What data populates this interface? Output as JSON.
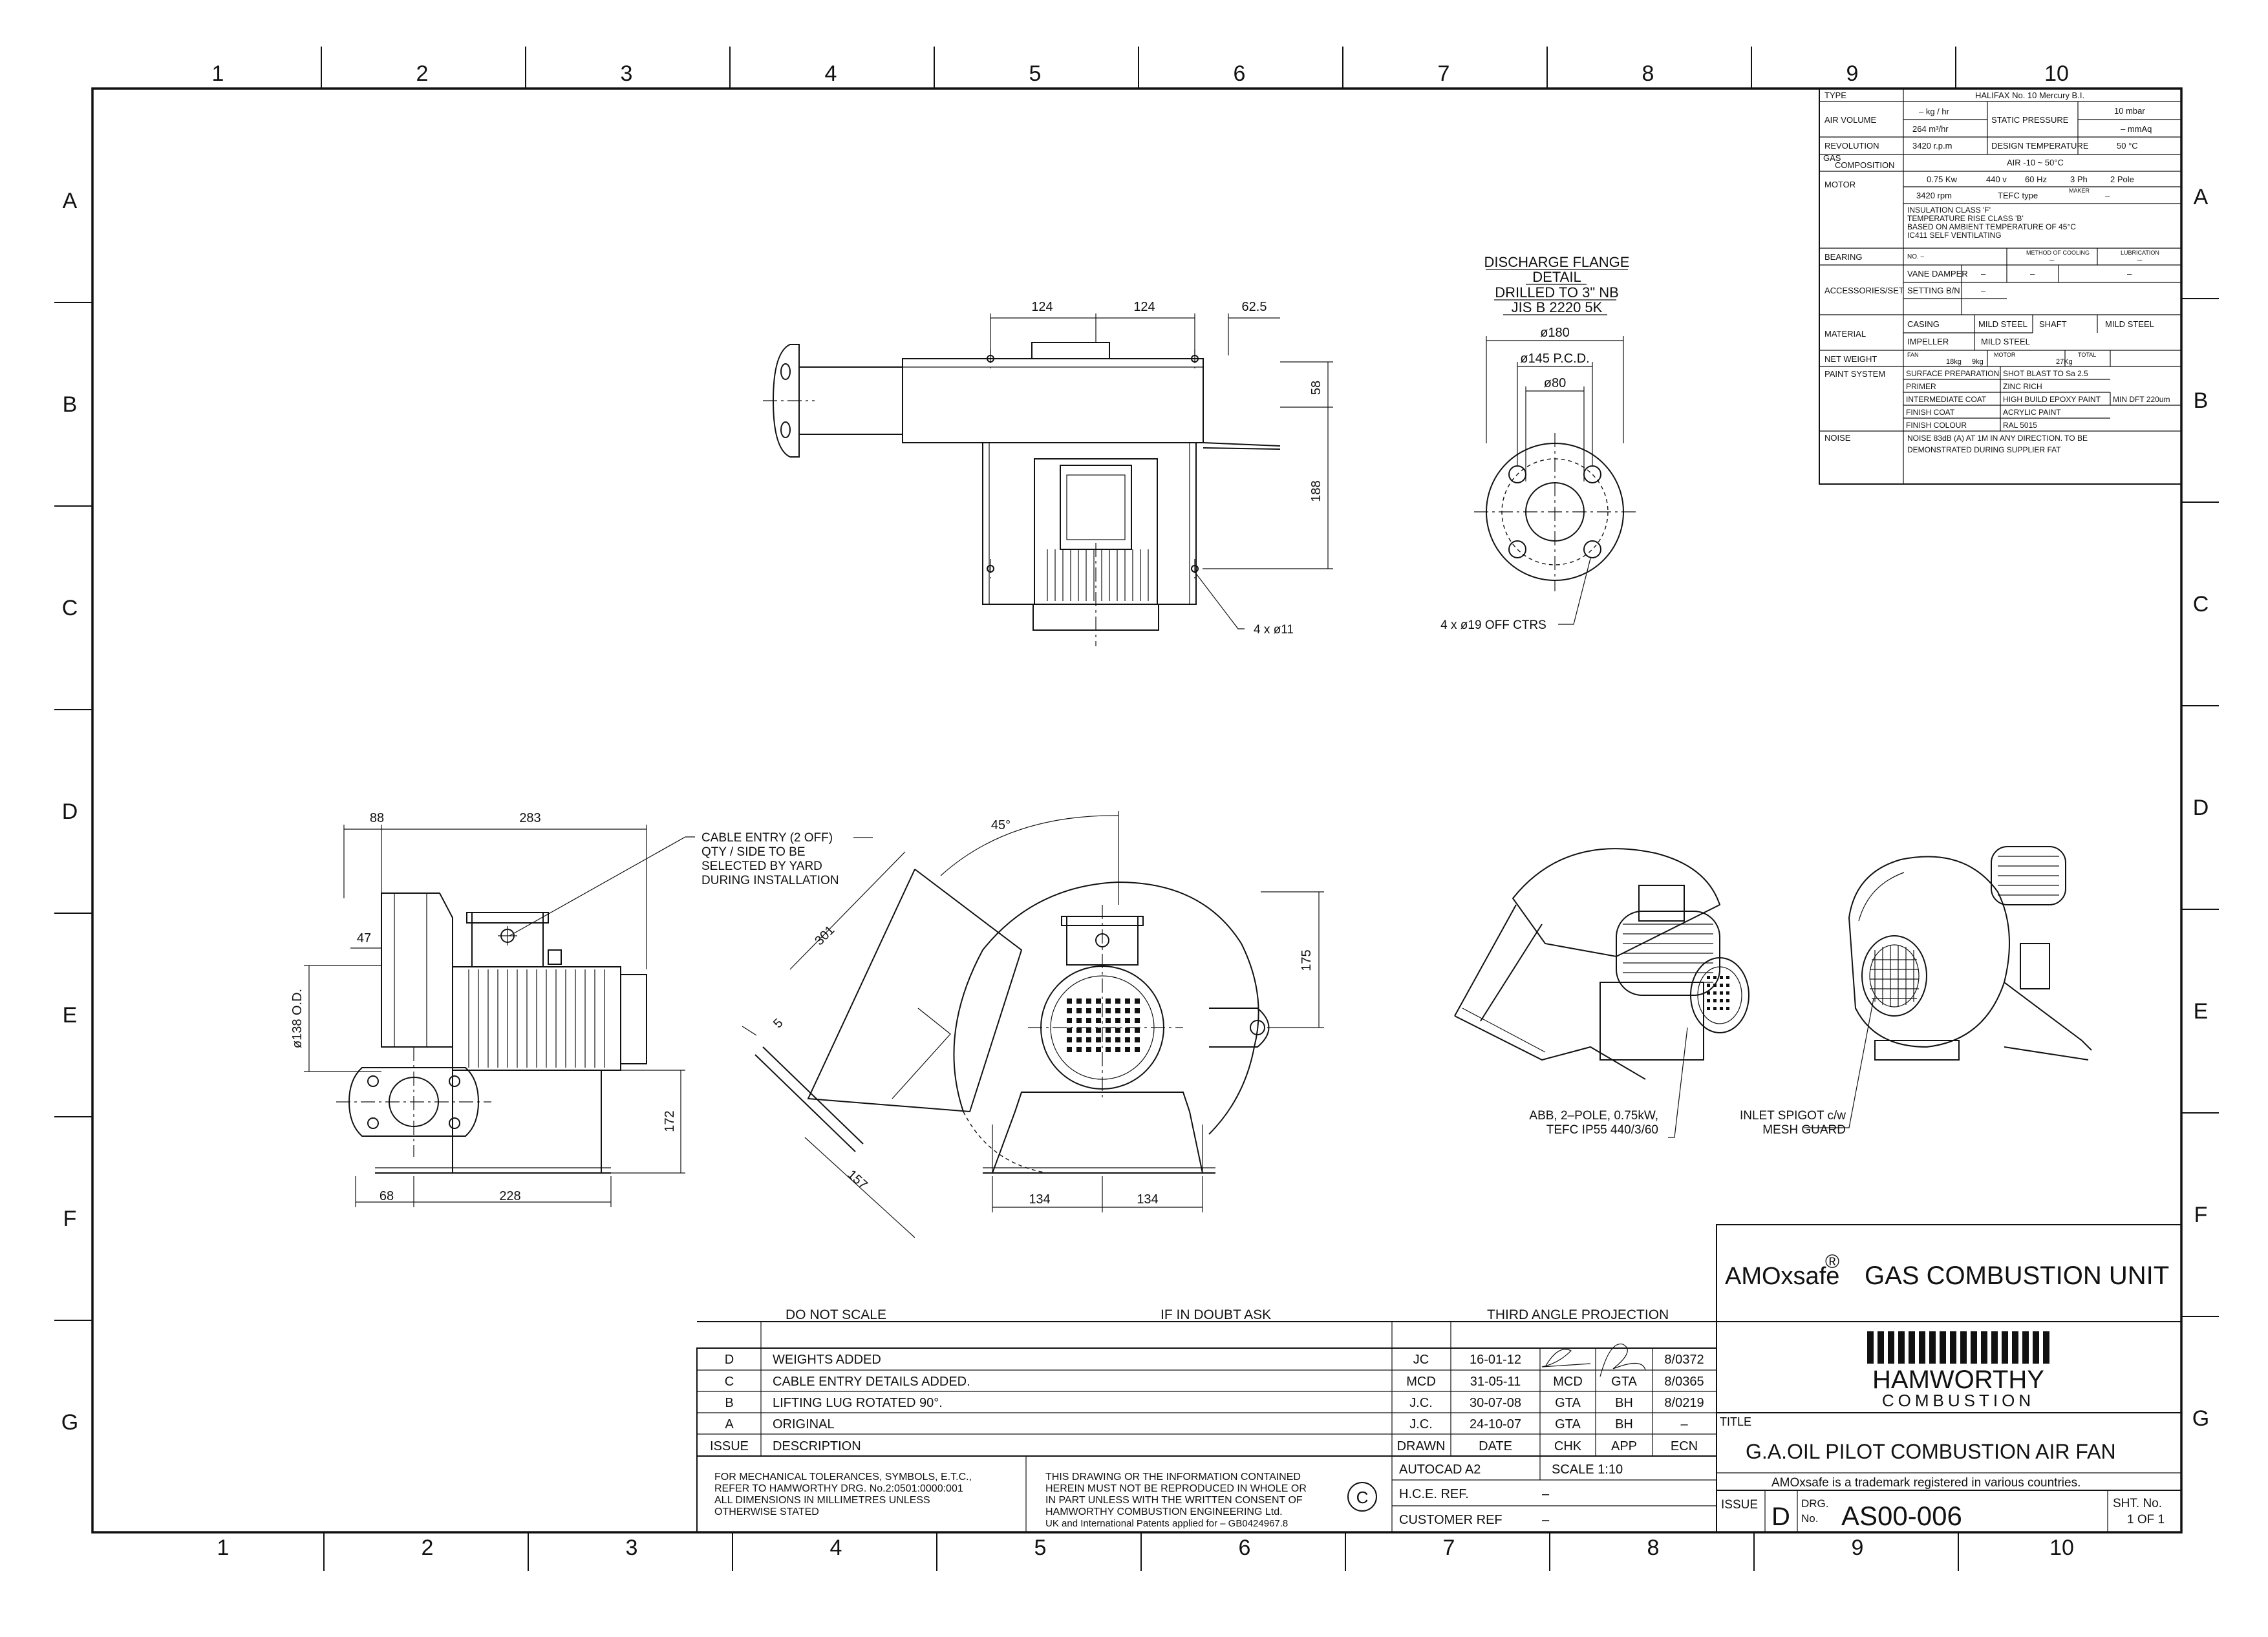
{
  "border": {
    "columns": [
      "1",
      "2",
      "3",
      "4",
      "5",
      "6",
      "7",
      "8",
      "9",
      "10"
    ],
    "rows": [
      "A",
      "B",
      "C",
      "D",
      "E",
      "F",
      "G"
    ]
  },
  "spec_table": {
    "type_label": "TYPE",
    "type_value": "HALIFAX No. 10 Mercury B.I.",
    "air_volume_label": "AIR VOLUME",
    "air_volume_kg": "–   kg / hr",
    "air_volume_m3": "264   m³/hr",
    "static_pressure_label": "STATIC PRESSURE",
    "static_pressure_mbar": "10  mbar",
    "static_pressure_mmaq": "–  mmAq",
    "revolution_label": "REVOLUTION",
    "revolution_value": "3420   r.p.m",
    "design_temp_label": "DESIGN TEMPERATURE",
    "design_temp_value": "50  °C",
    "gas_label": "GAS",
    "composition_label": "COMPOSITION",
    "gas_value": "AIR -10 ~ 50°C",
    "motor_label": "MOTOR",
    "motor_kw": "0.75  Kw",
    "motor_v": "440  v",
    "motor_hz": "60  Hz",
    "motor_ph": "3  Ph",
    "motor_pole": "2  Pole",
    "motor_rpm": "3420   rpm",
    "motor_type": "TEFC   type",
    "motor_maker_label": "MAKER",
    "motor_maker_value": "–",
    "motor_notes": [
      "INSULATION CLASS 'F'",
      "TEMPERATURE RISE CLASS 'B'",
      "BASED ON AMBIENT TEMPERATURE OF 45°C",
      "IC411 SELF VENTILATING"
    ],
    "bearing_label": "BEARING",
    "bearing_no": "NO.   –",
    "bearing_cooling": "METHOD OF COOLING",
    "bearing_cooling_value": "–",
    "bearing_lub": "LUBRICATION",
    "bearing_lub_value": "–",
    "accessories_label": "ACCESSORIES/SET",
    "vane_damper": "VANE DAMPER",
    "vane_values": [
      "–",
      "–",
      "–"
    ],
    "setting_bn": "SETTING B/N",
    "setting_value": "–",
    "material_label": "MATERIAL",
    "casing": "CASING",
    "casing_value": "MILD STEEL",
    "shaft": "SHAFT",
    "shaft_value": "MILD STEEL",
    "impeller": "IMPELLER",
    "impeller_value": "MILD STEEL",
    "net_weight_label": "NET WEIGHT",
    "fan_label": "FAN",
    "fan_weight": "18kg",
    "motor_weight_label": "MOTOR",
    "motor_weight": "9kg",
    "total_label": "TOTAL",
    "total_weight": "27Kg",
    "paint_label": "PAINT SYSTEM",
    "paint_rows": [
      [
        "SURFACE PREPARATION",
        "SHOT BLAST TO Sa 2.5"
      ],
      [
        "PRIMER",
        "ZINC RICH"
      ],
      [
        "INTERMEDIATE COAT",
        "HIGH BUILD EPOXY PAINT"
      ],
      [
        "FINISH COAT",
        "ACRYLIC PAINT"
      ],
      [
        "FINISH COLOUR",
        "RAL 5015"
      ]
    ],
    "paint_dft": "MIN DFT 220um",
    "noise_label": "NOISE",
    "noise_lines": [
      "NOISE 83dB (A) AT 1M IN ANY DIRECTION. TO BE",
      "DEMONSTRATED DURING SUPPLIER FAT"
    ]
  },
  "flange_detail": {
    "title_lines": [
      "DISCHARGE FLANGE",
      "DETAIL",
      "DRILLED TO 3\" NB",
      "JIS B 2220 5K"
    ],
    "d180": "ø180",
    "d145": "ø145  P.C.D.",
    "d80": "ø80",
    "holes": "4 x ø19 OFF CTRS"
  },
  "top_view": {
    "dim_124a": "124",
    "dim_124b": "124",
    "dim_625": "62.5",
    "dim_58": "58",
    "dim_188": "188",
    "holes": "4 x ø11"
  },
  "side_view": {
    "dim_88": "88",
    "dim_283": "283",
    "dim_47": "47",
    "dim_138": "ø138 O.D.",
    "dim_172": "172",
    "dim_68": "68",
    "dim_228": "228",
    "cable_note": [
      "CABLE ENTRY (2 OFF)",
      "QTY / SIDE TO BE",
      "SELECTED BY YARD",
      "DURING INSTALLATION"
    ]
  },
  "front_view": {
    "dim_45": "45°",
    "dim_301": "301",
    "dim_5": "5",
    "dim_157": "157",
    "dim_175": "175",
    "dim_134a": "134",
    "dim_134b": "134"
  },
  "iso_notes": {
    "motor_note": [
      "ABB, 2–POLE, 0.75kW,",
      "TEFC IP55 440/3/60"
    ],
    "inlet_note": [
      "INLET SPIGOT c/w",
      "MESH GUARD"
    ]
  },
  "title_block": {
    "do_not_scale": "DO NOT SCALE",
    "if_in_doubt": "IF IN DOUBT ASK",
    "projection": "THIRD ANGLE PROJECTION",
    "revisions": [
      {
        "issue": "D",
        "desc": "WEIGHTS ADDED",
        "drawn": "JC",
        "date": "16-01-12",
        "chk": "",
        "app": "",
        "ecn": "8/0372"
      },
      {
        "issue": "C",
        "desc": "CABLE ENTRY DETAILS ADDED.",
        "drawn": "MCD",
        "date": "31-05-11",
        "chk": "MCD",
        "app": "GTA",
        "ecn": "8/0365"
      },
      {
        "issue": "B",
        "desc": "LIFTING LUG ROTATED 90°.",
        "drawn": "J.C.",
        "date": "30-07-08",
        "chk": "GTA",
        "app": "BH",
        "ecn": "8/0219"
      },
      {
        "issue": "A",
        "desc": "ORIGINAL",
        "drawn": "J.C.",
        "date": "24-10-07",
        "chk": "GTA",
        "app": "BH",
        "ecn": "–"
      }
    ],
    "headers": {
      "issue": "ISSUE",
      "desc": "DESCRIPTION",
      "drawn": "DRAWN",
      "date": "DATE",
      "chk": "CHK",
      "app": "APP",
      "ecn": "ECN"
    },
    "tolerance_note": [
      "FOR MECHANICAL TOLERANCES, SYMBOLS, E.T.C.,",
      "REFER TO HAMWORTHY DRG. No.2:0501:0000:001",
      "ALL DIMENSIONS IN MILLIMETRES UNLESS",
      "OTHERWISE STATED"
    ],
    "copyright_note": [
      "THIS DRAWING OR THE INFORMATION CONTAINED",
      "HEREIN MUST NOT BE REPRODUCED IN WHOLE OR",
      "IN PART UNLESS WITH THE WRITTEN CONSENT OF",
      "HAMWORTHY COMBUSTION ENGINEERING Ltd.",
      "UK and International Patents applied for – GB0424967.8"
    ],
    "copyright_symbol": "C",
    "autocad": "AUTOCAD A2",
    "scale": "SCALE   1:10",
    "hce_ref": "H.C.E. REF.",
    "hce_value": "–",
    "customer_ref": "CUSTOMER REF",
    "customer_value": "–",
    "unit_title_pre": "AMOxsafe",
    "unit_title_reg": "®",
    "unit_title_post": "GAS COMBUSTION UNIT",
    "company": "HAMWORTHY",
    "company_sub": "COMBUSTION",
    "title_label": "TITLE",
    "title": "G.A.OIL PILOT COMBUSTION AIR FAN",
    "trademark": "AMOxsafe is a trademark registered in various countries.",
    "issue_label": "ISSUE",
    "issue_value": "D",
    "drg_label": "DRG.",
    "no_label": "No.",
    "drg_no": "AS00-006",
    "sht_label": "SHT. No.",
    "sht_value": "1  OF  1"
  }
}
